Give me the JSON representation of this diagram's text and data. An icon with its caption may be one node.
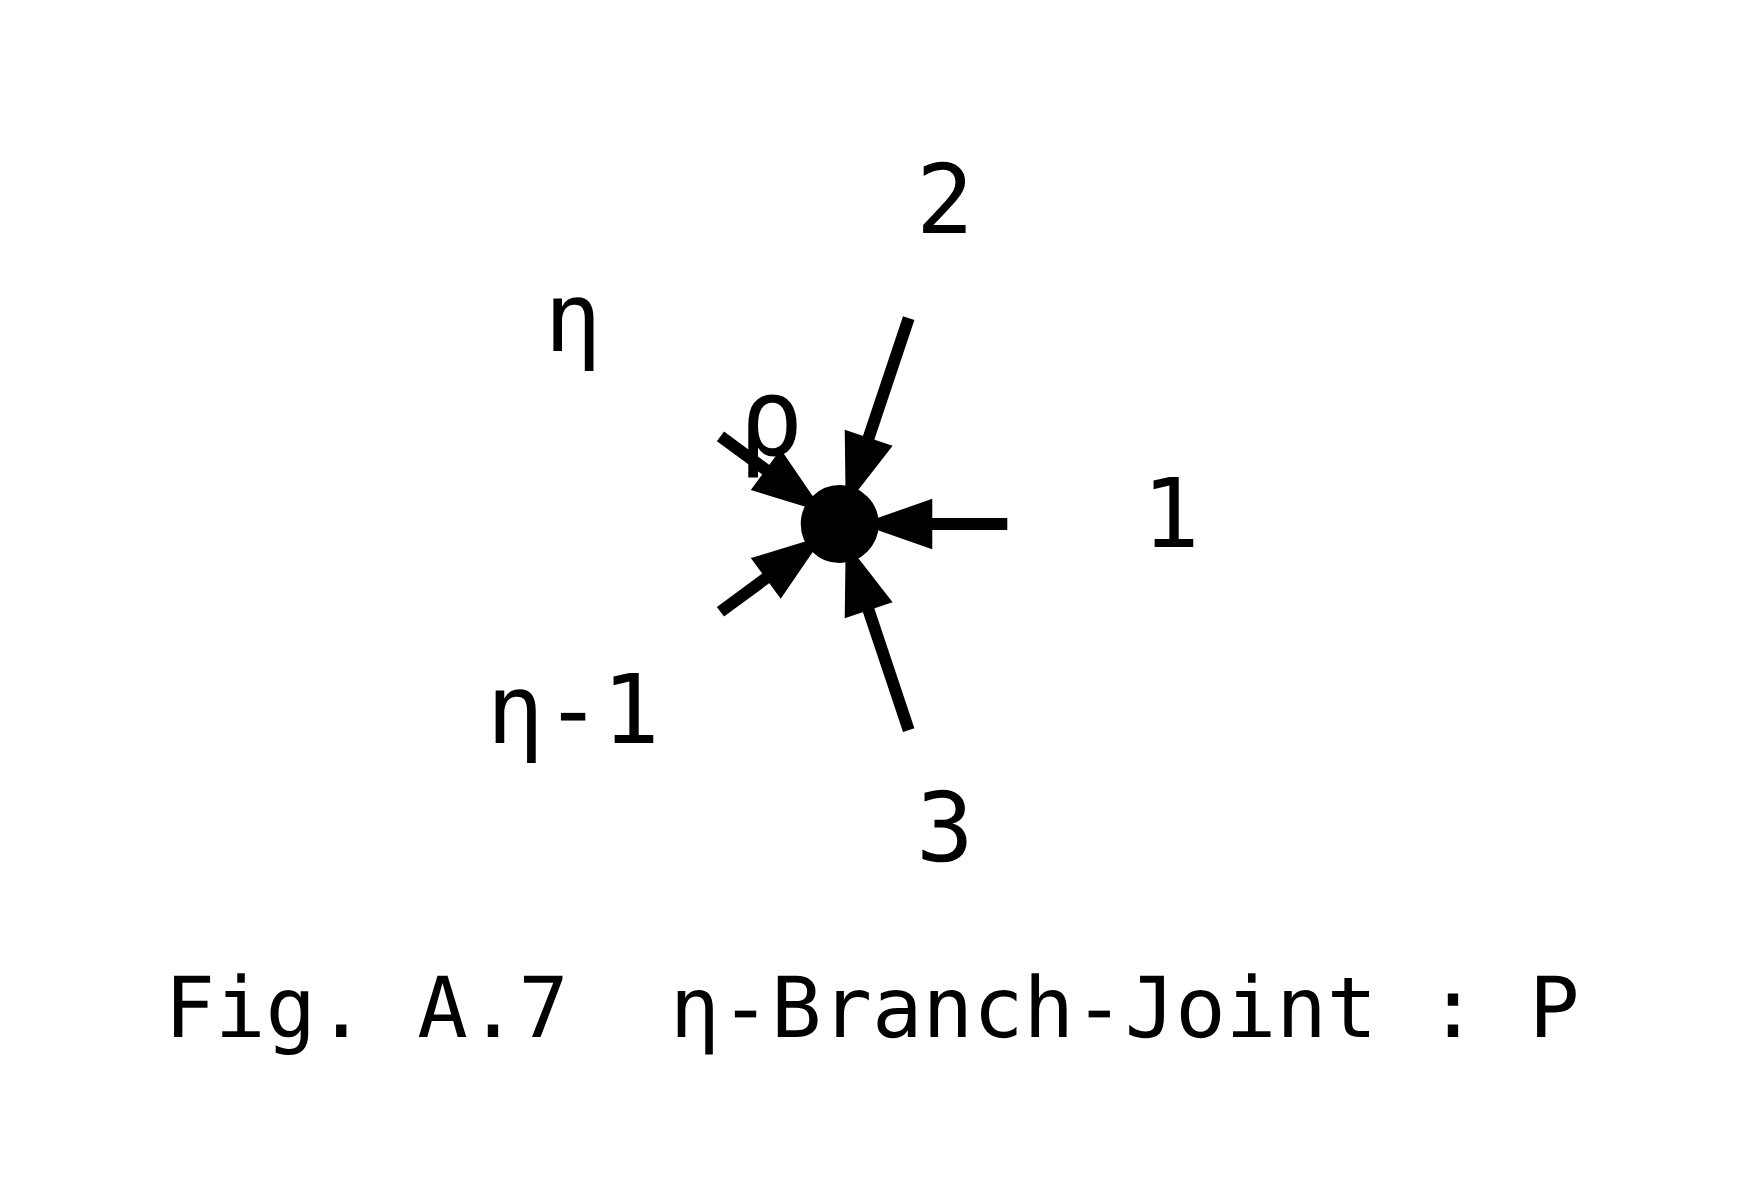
{
  "diagram": {
    "caption": "Fig. A.7  η-Branch-Joint : P",
    "nodes": [
      {
        "text": [
          "1"
        ]
      },
      {
        "text": [
          "2"
        ]
      },
      {
        "text": [
          "η"
        ]
      },
      {
        "text": [],
        "shape": "circle",
        "beside": [
          "ρ"
        ]
      },
      {
        "text": [
          "η-1"
        ]
      },
      {
        "text": [
          "3"
        ]
      }
    ],
    "edges": [
      {
        "from": 0,
        "to": 3,
        "arrow": "to"
      },
      {
        "from": 1,
        "to": 3,
        "arrow": "to"
      },
      {
        "from": 2,
        "to": 3,
        "arrow": "to"
      },
      {
        "from": 4,
        "to": 3,
        "arrow": "to"
      },
      {
        "from": 5,
        "to": 3,
        "arrow": "to"
      }
    ]
  }
}
